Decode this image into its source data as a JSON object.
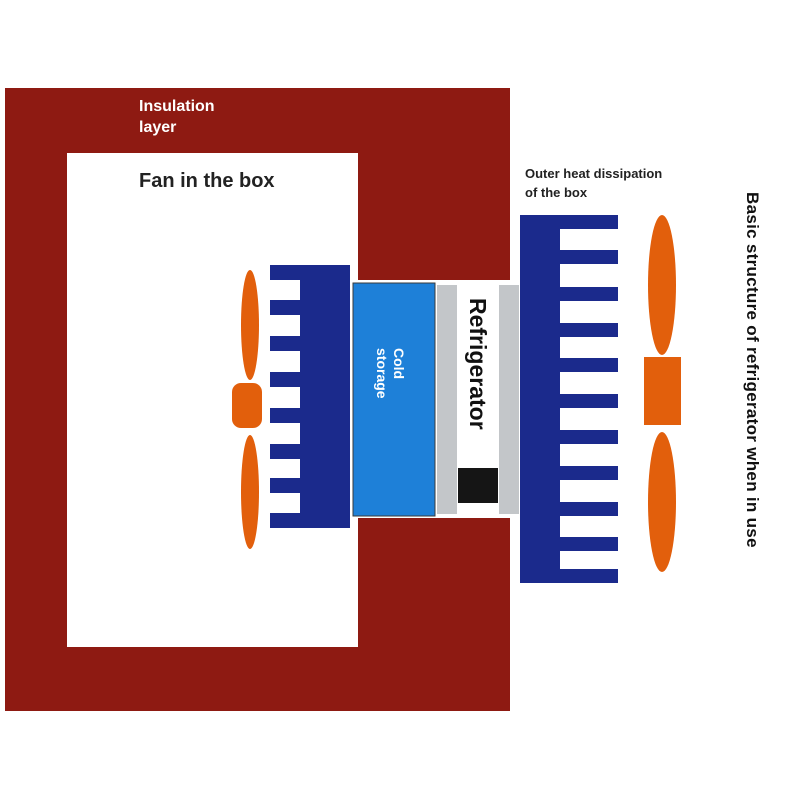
{
  "labels": {
    "insulation_line1": "Insulation",
    "insulation_line2": "layer",
    "fan_in_box": "Fan in the box",
    "outer_line1": "Outer heat dissipation",
    "outer_line2": "of the box",
    "cold_line1": "Cold",
    "cold_line2": "storage",
    "refrigerator": "Refrigerator",
    "side_title": "Basic structure of refrigerator when in use"
  },
  "colors": {
    "insulation": "#8e1a12",
    "heatsink": "#1b2a8c",
    "fan": "#e25f0c",
    "cold_storage": "#1e80d8",
    "plate": "#c3c6c9",
    "refrigerator_block": "#151515",
    "text_dark": "#222222",
    "text_white": "#ffffff"
  }
}
